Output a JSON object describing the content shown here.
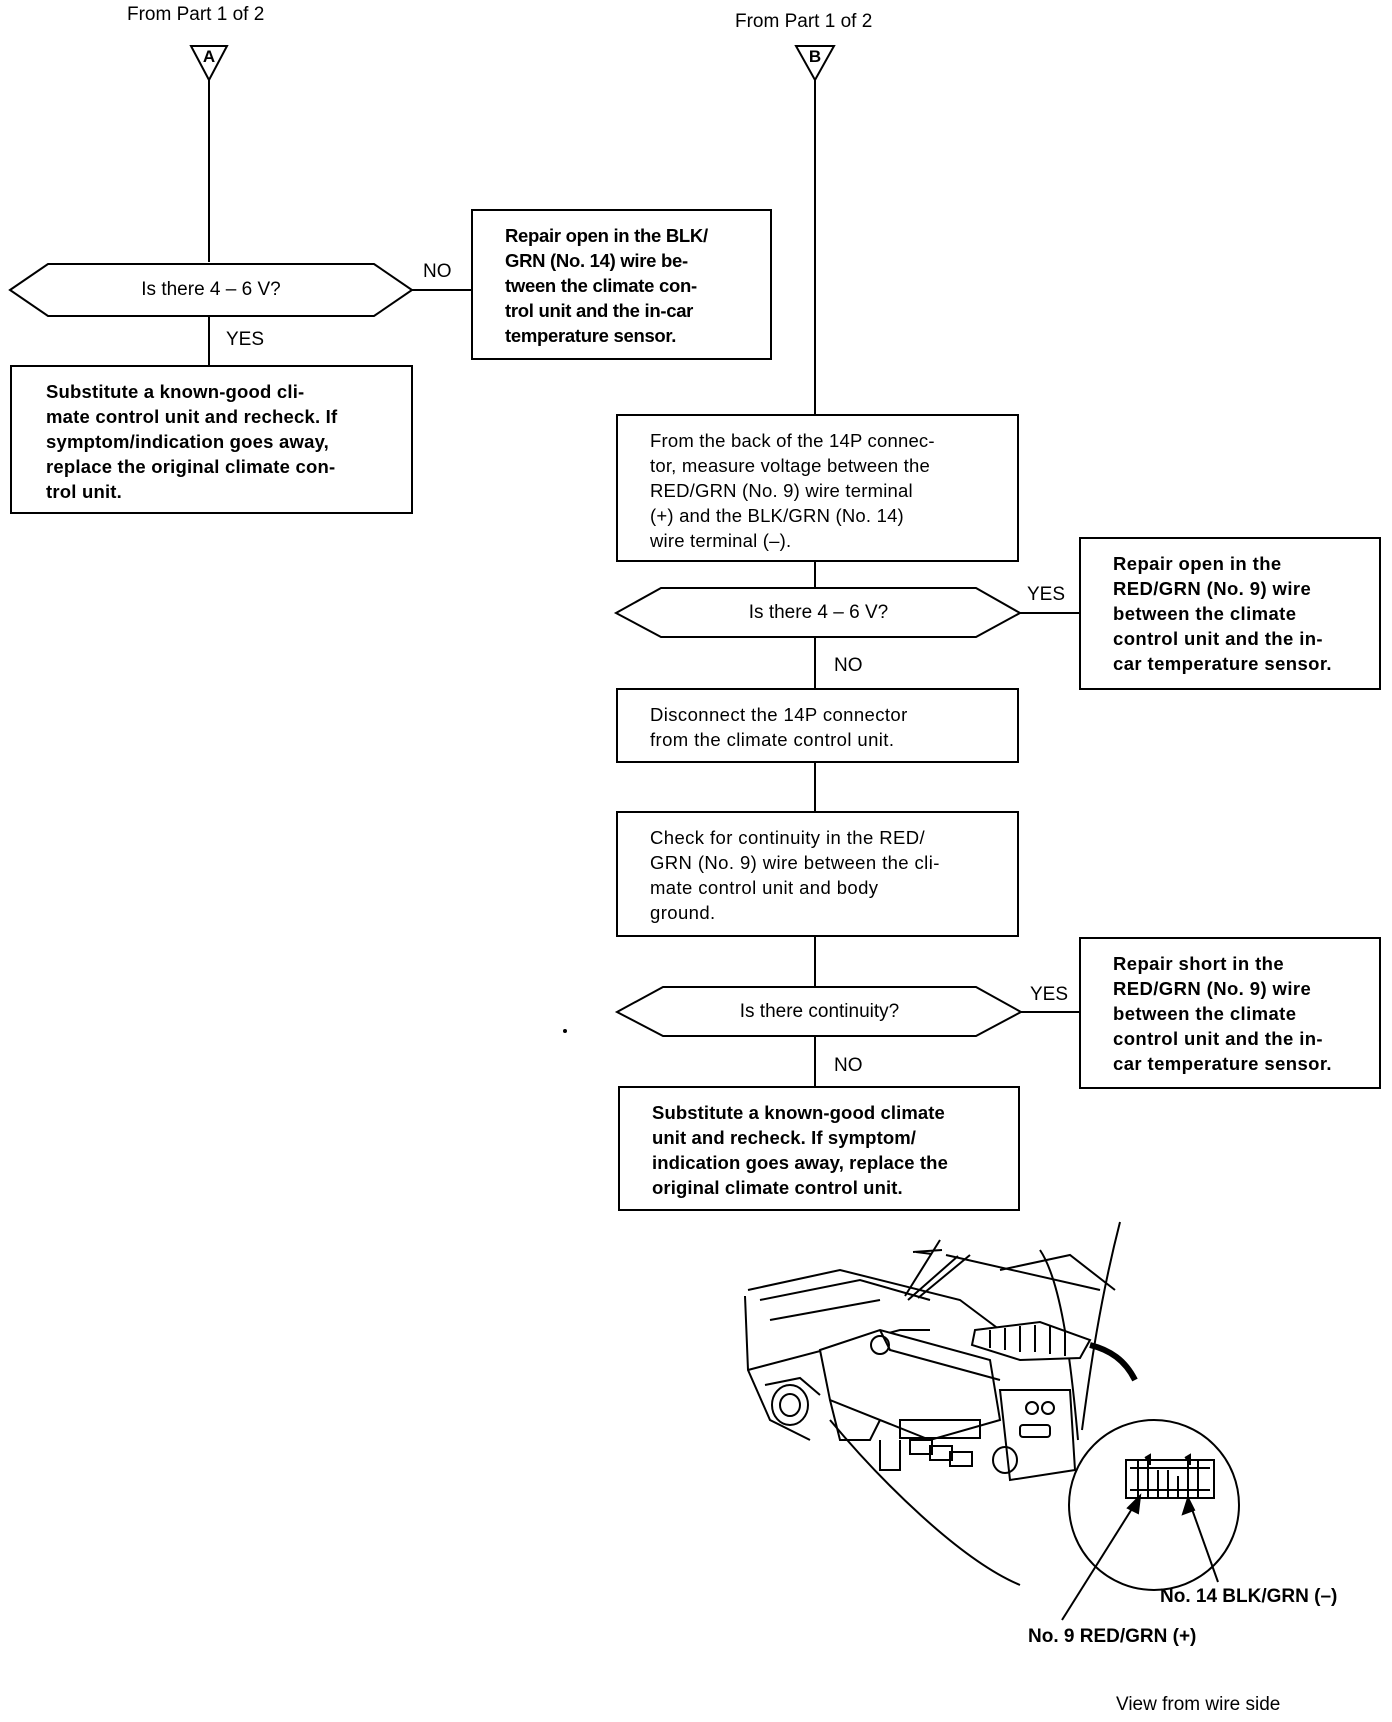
{
  "connectors": {
    "a": {
      "from_label": "From Part 1 of 2",
      "letter": "A"
    },
    "b": {
      "from_label": "From Part 1 of 2",
      "letter": "B"
    }
  },
  "left_branch": {
    "decision": "Is there 4 – 6 V?",
    "no_label": "NO",
    "yes_label": "YES",
    "no_action": "Repair open in the BLK/\nGRN (No. 14)  wire be-\ntween the climate con-\ntrol unit and the in-car\ntemperature sensor.",
    "yes_action": "Substitute a known-good cli-\nmate control unit and recheck. If\nsymptom/indication goes away,\nreplace the original climate con-\ntrol unit."
  },
  "right_branch": {
    "step1": "From the back of the 14P connec-\ntor, measure voltage between the\nRED/GRN (No. 9) wire terminal\n(+) and the BLK/GRN (No. 14)\nwire terminal (–).",
    "decision1": "Is there 4 – 6 V?",
    "decision1_yes": "YES",
    "decision1_no": "NO",
    "decision1_yes_action": "Repair open in the\nRED/GRN (No. 9) wire\nbetween the climate\ncontrol unit and the in-\ncar temperature sensor.",
    "step2": "Disconnect the 14P connector\nfrom the climate control unit.",
    "step3": "Check for continuity in the RED/\nGRN (No. 9) wire between the cli-\nmate control unit and body\nground.",
    "decision2": "Is there continuity?",
    "decision2_yes": "YES",
    "decision2_no": "NO",
    "decision2_yes_action": "Repair short in the\nRED/GRN (No. 9) wire\nbetween the climate\ncontrol unit and the in-\ncar temperature sensor.",
    "final_action": "Substitute a known-good climate\nunit and recheck. If symptom/\nindication goes away, replace the\noriginal climate control unit."
  },
  "illustration": {
    "terminal_14": "No. 14 BLK/GRN (–)",
    "terminal_9": "No. 9 RED/GRN (+)",
    "caption": "View from wire side"
  }
}
